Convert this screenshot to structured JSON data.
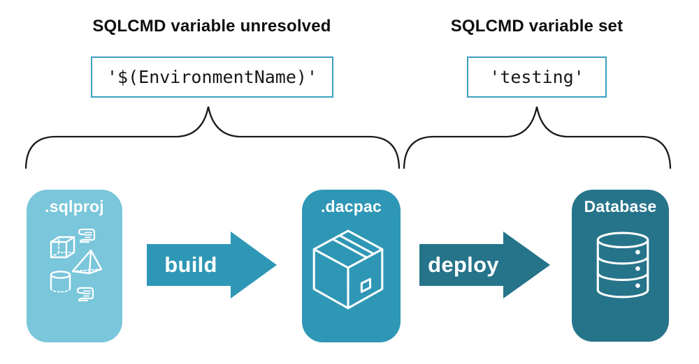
{
  "left_section": {
    "heading": "SQLCMD variable unresolved",
    "code_value": "'$(EnvironmentName)'"
  },
  "right_section": {
    "heading": "SQLCMD variable set",
    "code_value": "'testing'"
  },
  "flow": {
    "source": {
      "label": ".sqlproj",
      "icon": "sql-project-objects-icon"
    },
    "build_arrow": {
      "label": "build"
    },
    "package": {
      "label": ".dacpac",
      "icon": "package-box-icon"
    },
    "deploy_arrow": {
      "label": "deploy"
    },
    "target": {
      "label": "Database",
      "icon": "database-cylinder-icon"
    }
  },
  "colors": {
    "card_light_blue": "#7AC6DB",
    "card_teal": "#2F97B6",
    "card_dark_teal": "#26748A",
    "code_box_border": "#3BA0BF",
    "brace_stroke": "#1A1A1A",
    "text_dark": "#0F0F0F",
    "text_light": "#FFFFFF"
  }
}
